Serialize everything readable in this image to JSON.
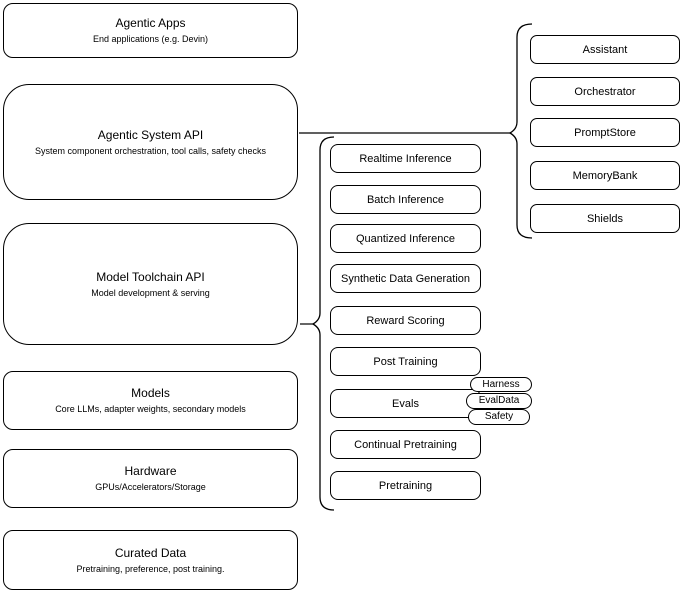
{
  "diagram": {
    "colors": {
      "background": "#ffffff",
      "stroke": "#000000",
      "text": "#000000"
    },
    "left_stack": [
      {
        "title": "Agentic Apps",
        "subtitle": "End applications (e.g. Devin)"
      },
      {
        "title": "Agentic System API",
        "subtitle": "System component orchestration, tool calls, safety checks"
      },
      {
        "title": "Model Toolchain API",
        "subtitle": "Model development & serving"
      },
      {
        "title": "Models",
        "subtitle": "Core LLMs, adapter weights, secondary models"
      },
      {
        "title": "Hardware",
        "subtitle": "GPUs/Accelerators/Storage"
      },
      {
        "title": "Curated Data",
        "subtitle": "Pretraining, preference, post training."
      }
    ],
    "toolchain_services": [
      "Realtime Inference",
      "Batch Inference",
      "Quantized Inference",
      "Synthetic Data Generation",
      "Reward Scoring",
      "Post Training",
      "Evals",
      "Continual Pretraining",
      "Pretraining"
    ],
    "eval_tags": [
      "Harness",
      "EvalData",
      "Safety"
    ],
    "system_components": [
      "Assistant",
      "Orchestrator",
      "PromptStore",
      "MemoryBank",
      "Shields"
    ]
  }
}
